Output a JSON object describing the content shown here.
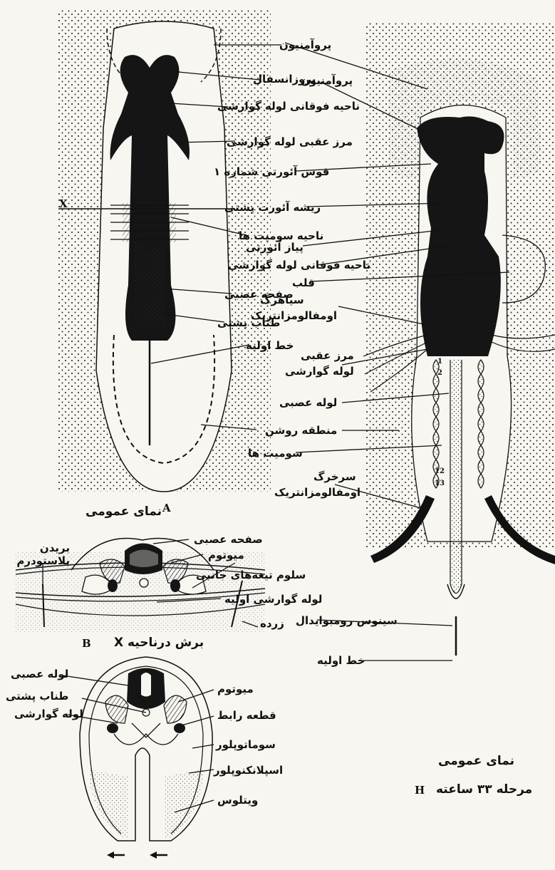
{
  "panel_a": {
    "letter": "A",
    "caption": "نمای عمومی",
    "x_marker": "X",
    "labels": {
      "proamnion": "پروآمنیون",
      "prosencephalon": "پروزانسفال",
      "foregut_region": "ناحیه فوقانی لوله گوارشی",
      "anterior_intestinal_portal": "مرز عقبی لوله گوارشی",
      "somite_region": "ناحیه سومیت ها",
      "neural_plate": "صفحه عصبی",
      "notochord": "طناب پشتی",
      "primitive_streak": "خط اولیه"
    }
  },
  "panel_b": {
    "letter": "B",
    "caption": "برش درناحیه X",
    "labels": {
      "neural_plate": "صفحه عصبی",
      "myotome": "میوتوم",
      "coelom": "سلوم تیغه‌های جانبی",
      "cut_blastoderm": "بریدن بلاستودرم",
      "primitive_gut": "لوله گوارشی اولیه",
      "yolk": "زرده"
    }
  },
  "panel_c": {
    "labels": {
      "neural_tube": "لوله عصبی",
      "notochord": "طناب پشتی",
      "gut": "لوله گوارشی",
      "myotome": "میوتوم",
      "intermediate_mesoderm": "قطعه رابط",
      "somatopleure": "سوماتوپلور",
      "splanchnopleure": "اسپلانکنوپلور",
      "vitellus": "ویتلوس"
    }
  },
  "panel_h": {
    "letter": "H",
    "caption": "نمای عمومی",
    "stage": "مرحله ۳۳ ساعته",
    "somite_numbers": [
      "1",
      "2",
      "12",
      "13"
    ],
    "labels": {
      "proamnion": "پروآمنیون",
      "prosencephalon": "پروزانسفال",
      "aortic_arch": "قوس آئورتی شماره ۱",
      "dorsal_aorta_root": "ریشه آئورت پشتی",
      "ventral_aorta": "پیاز آئورتی",
      "foregut_region": "ناحیه فوقانی لوله گوارشی",
      "heart": "قلب",
      "omphalomesenteric_vein_1": "سیاهرگ",
      "omphalomesenteric_vein_2": "اومفالومزانتریک",
      "posterior_portal_1": "مرز عقبی",
      "posterior_portal_2": "لوله گوارشی",
      "neural_tube": "لوله عصبی",
      "area_pellucida": "منطقه روشن",
      "somites": "سومیت ها",
      "om_artery_1": "سرخرگ",
      "om_artery_2": "اومفالومزانتریک",
      "sinus_rhomboidalis": "سینوس رومبوایدال",
      "primitive_streak": "خط اولیه"
    }
  }
}
